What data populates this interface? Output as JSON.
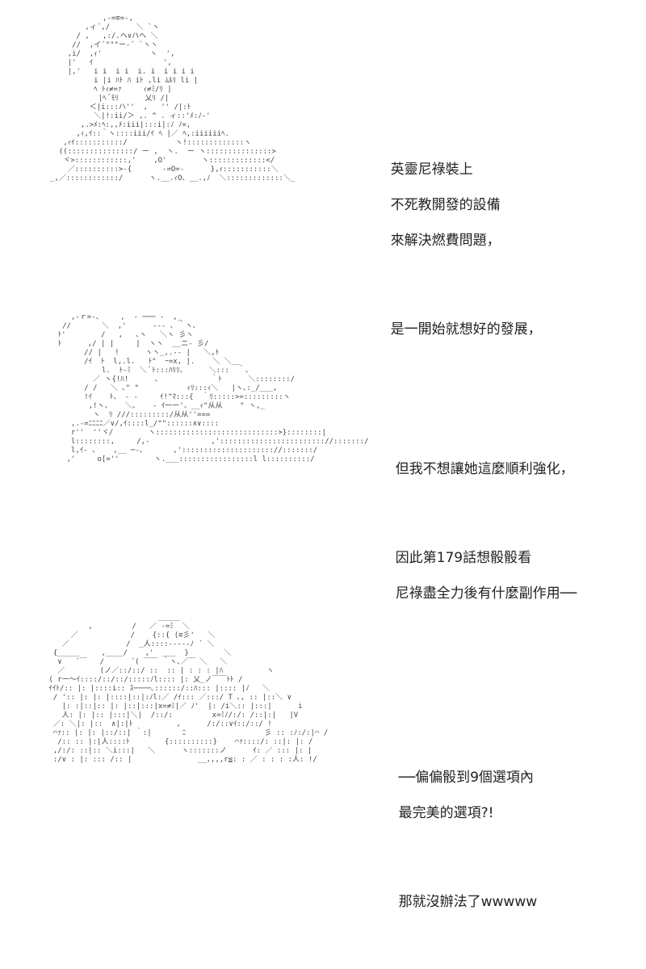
{
  "panels": [
    {
      "caption_lines": [
        "英靈尼祿裝上",
        "不死教開發的設備",
        "來解決燃費問題，",
        "",
        "是一開始就想好的發展，"
      ],
      "art": "            ,-=≡=-,\n        ,ィ´,/      ＼ `ヽ\n      / ,   ,:/.ヘ∨ハヘ ＼\n     //  ,イ´\"\"\"ー‐´ `ヽヽ\n    ,i/  ,ｨ'           ヽ  ',\n    |'   ｲ                ',\n    |,'   i i  i i  i. i  i i i i\n          i |i ﾊﾄ ﾊ iﾄ ,li ﾑﾙﾘ li |\n          ﾍ ﾄｨ≠=ｧ     ｨ≠ﾐ/ﾘ |\n           |ﾍ ﾞﾓﾘ      乂ﾘ /|\n         ＜|i:::ハ''  ,   '' /|:ﾄ\n          ＼|!:ii/＞ ,. ^ . ィ::'ﾒ:ﾉ-'\n       ,.>ﾒ:ﾍ:,,ﾒ:iii|:::i|:ﾉ ﾉ=,\n      ,ｨ,ｲ::｀ヽ::::iii/ｲ ﾍ |／ ﾍ,:iiiiiiﾍ.\n   ,ｨｲ:::::::::::/           ヽ!:::::::::::::ヽ\n  ((:::::::::::::::/ ー ,  ヽ.  ー ヽ:::::::::::::::>\n   ヾ>::::::::::::,'    ,O'        ヽ:::::::::::::</\n    ／::::::::::>-{       -=O=-      },ｨ:::::::::::＼\n_,／::::::::::::/      ヽ.__.ｨO、__.,ﾉ  ＼:::::::::::::＼_"
    },
    {
      "caption_lines": [
        "但我不想讓她這麼順利強化，",
        "",
        "因此第179話想骰骰看",
        "尼祿盡全力後有什麼副作用──"
      ],
      "art": "       ,-ｒ=-、    ,  - ─── -  ,_\n     //       ＼  ,'      -‐- ､ ｀ヽ､\n    ﾄ'        /   ,   ､ヽ   ＼ヽ 彡ヽ\n    ﾄ      ,/ | |     |  ヽヽ  __ニ- 彡/\n          // |   !      ヽヽ_,.-‐ |   ＼,ﾄ\n          /ｲ  ﾄ  l,.l.   ﾄ\"  ｰ=x, |.    ＼ ＼__\n              l.  ﾄ-ﾐ  ＼ ﾞﾄ:::ﾊﾘﾘ、     ＼:::  ｀、\n            ／ ヽ{!ﾊ!      ､            ｀ﾄ      ＼::::::::/\n          / /   ＼ ､\" \"           ｨﾘ:::ｨ＼   |ヽ､:_/___,\n          !ｲ    ﾄ、 ‐ -     ｲ!\"ﾏ:::{  ｀ﾘ:::::>=:::::::::ヽ\n           ,!ヽ、   ＼、   - ｲ一ー'、__ｨ\"从从    \" ヽ,_\n            ヽ  ﾘ ///:::::::::/从从''===\n       ,.-=ﾆﾆﾆﾆ／∨/,ｲ::::l_/\"\"::::::∧∨::::\n       r''  ''ヾ/        ヽ::::::::::::::::::::::::::::>}::::::::|\n       l::::::::,     /,-              ,':::::::::::::::::::::::://:::::::/\n       l,ｲ‐ ､    ,__ ─-、      ,'::::::::::::::::::::://:::::::/\n      ,'     o[=''        ヽ.___:::::::::::::::::l l::::::::::/"
    },
    {
      "caption_lines": [
        "──偏偏骰到9個選項內",
        "最完美的選項?!",
        "",
        "那就沒辦法了wwwww"
      ],
      "art": "                          _____        \n          ,         /   ／ -=ﾐ  ＼\n      ／            /    {::{ (≡彡'   ＼\n    ／             /  _人::::-----ﾉ ´ ＼\n  {_____     ,____/    ,'  ___  }        ＼\n   ∨   ´￣   /      ´( ￣￣ ｀ヽ､／￣ ＼   ＼\n   ／        (ノ／::/::/ ::  :: | : : : |ﾊ          ヽ\n ( rー～ｲ::::/::/::/:::::ﾉl:::: |: 乂_ノ￣￣ﾄﾄ /\n ｲｲﾄ/:: |: |::::i:: ｽ────､::::::/::ﾊ::: |:::: |ﾉ   ＼\n  / ':: |: |: |::::|::|:ﾉl:／ /ｲ::: ／:::/ T ､, :: |::＼ ∨\n    |: :|::|:: |: |::|:::|x=≠ﾐ|／ ﾉ'  |: /i＼:: |:::|      i\n    人: |: |:: |:::|＼|  /::/:         x=ﾐﾉ/:/: /::|:|   |V\n  ／: ＼|: |::  ∧|:|ﾄ          ,      /:/::∨ｲ::/::/ !\n  ⌒ｧ:: |: |: |::/::| ｀:|       ﾆ                  彡 :: :ﾉ:/:|⌒ /\n   /:: :: |:|人::::ﾄ        {::::::::::}    ⌒ｧ::::/: ::|: |: /\n  ,/:/: ::|:: ＼i:::|   ＼      ヽ:::::::ノ      ｲ: ／ ::: |: |\n  :/∨ : |: ::: /:: |               __,,,,r≦: : ／ : : : :人: !/"
    }
  ]
}
